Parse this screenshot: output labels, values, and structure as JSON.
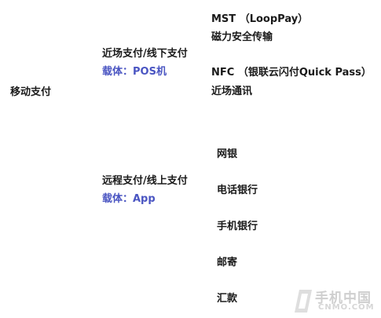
{
  "root": {
    "label": "移动支付"
  },
  "branches": [
    {
      "title": "近场支付/线下支付",
      "carrier": "载体：POS机",
      "children": [
        {
          "line1": "MST （LoopPay）",
          "line2": "磁力安全传输"
        },
        {
          "line1": "NFC （银联云闪付Quick Pass）",
          "line2": "近场通讯"
        }
      ]
    },
    {
      "title": "远程支付/线上支付",
      "carrier": "载体：App",
      "children": [
        "网银",
        "电话银行",
        "手机银行",
        "邮寄",
        "汇款"
      ]
    }
  ],
  "watermark": {
    "text": "手机中国",
    "sub": "CNMO.COM"
  },
  "colors": {
    "text": "#1a1a1a",
    "carrier": "#4a55c2",
    "watermark": "#cfcfcf"
  }
}
